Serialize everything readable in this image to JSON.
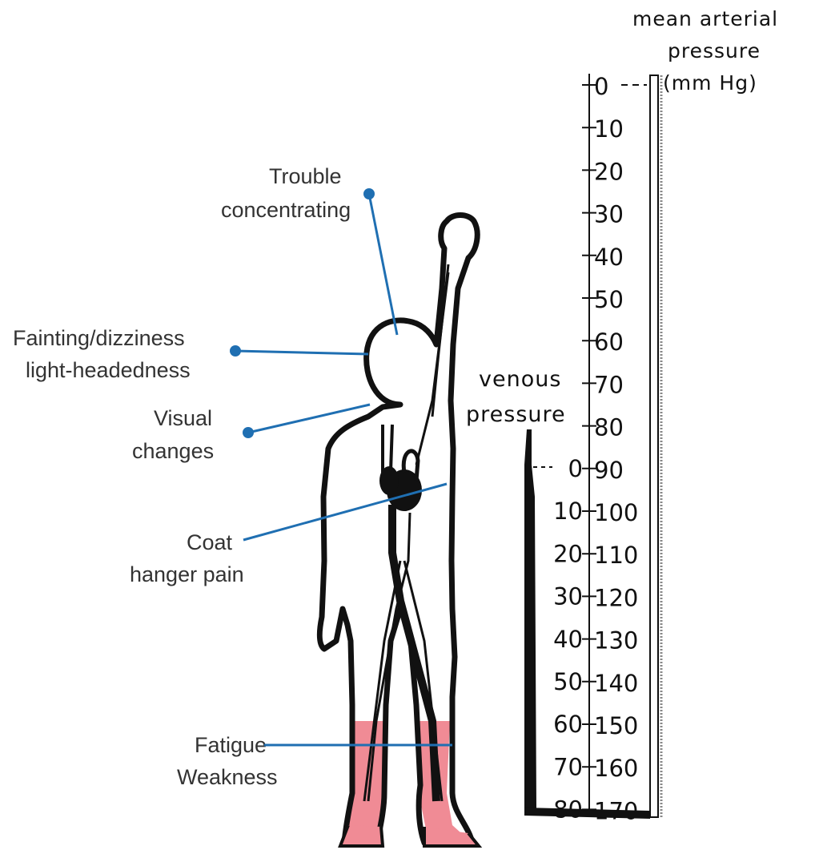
{
  "colors": {
    "callout": "#1f6fb2",
    "legs": "#f08b95",
    "ink": "#111111",
    "label": "#333333"
  },
  "arterial": {
    "title_lines": [
      "mean arterial",
      "pressure",
      "(mm Hg)"
    ],
    "ticks": [
      "0",
      "10",
      "20",
      "30",
      "40",
      "50",
      "60",
      "70",
      "80",
      "90",
      "100",
      "110",
      "120",
      "130",
      "140",
      "150",
      "160",
      "170"
    ]
  },
  "venous": {
    "title_lines": [
      "venous",
      "pressure"
    ],
    "ticks": [
      "0",
      "10",
      "20",
      "30",
      "40",
      "50",
      "60",
      "70",
      "80"
    ]
  },
  "symptoms": {
    "trouble_concentrating": [
      "Trouble",
      "concentrating"
    ],
    "fainting": [
      "Fainting/dizziness",
      "light-headedness"
    ],
    "visual": [
      "Visual",
      "changes"
    ],
    "coat_hanger": [
      "Coat",
      "hanger pain"
    ],
    "fatigue": [
      "Fatigue",
      "Weakness"
    ]
  }
}
